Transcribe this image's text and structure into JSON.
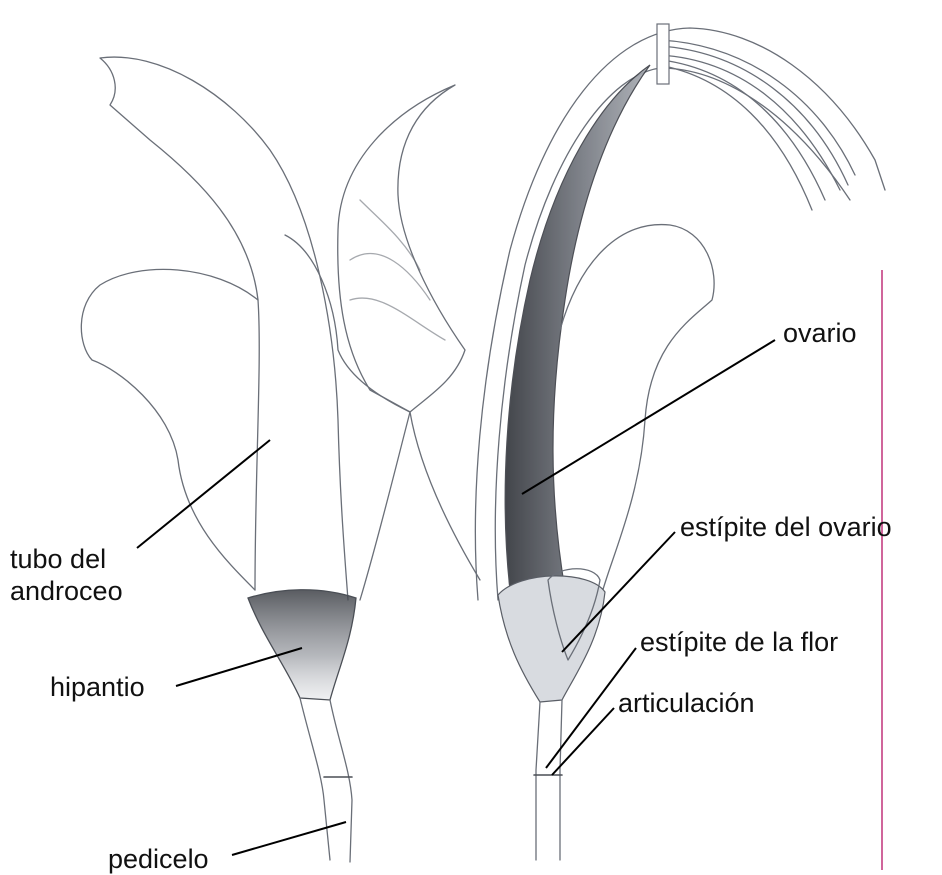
{
  "labels": {
    "ovario": "ovario",
    "tubo_line1": "tubo del",
    "tubo_line2": "androceo",
    "estipite_ovario": "estípite del ovario",
    "estipite_flor": "estípite de la flor",
    "hipantio": "hipantio",
    "articulacion": "articulación",
    "pedicelo": "pedicelo"
  },
  "colors": {
    "background": "#ffffff",
    "pencil": "#6a6f78",
    "leader": "#000000",
    "margin_rule": "#c0327a"
  }
}
